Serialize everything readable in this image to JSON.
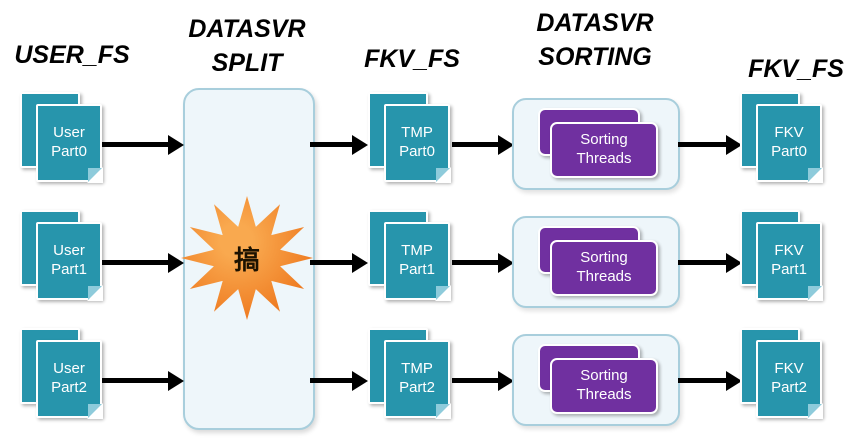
{
  "headers": {
    "user_fs": "USER_FS",
    "datasvr_split_line1": "DATASVR",
    "datasvr_split_line2": "SPLIT",
    "fkv_fs_mid": "FKV_FS",
    "datasvr_sorting_line1": "DATASVR",
    "datasvr_sorting_line2": "SORTING",
    "fkv_fs_right": "FKV_FS"
  },
  "split": {
    "star_label": "搞"
  },
  "rows": [
    {
      "source": {
        "line1": "User",
        "line2": "Part0"
      },
      "tmp": {
        "line1": "TMP",
        "line2": "Part0"
      },
      "sorting": {
        "line1": "Sorting",
        "line2": "Threads"
      },
      "output": {
        "line1": "FKV",
        "line2": "Part0"
      }
    },
    {
      "source": {
        "line1": "User",
        "line2": "Part1"
      },
      "tmp": {
        "line1": "TMP",
        "line2": "Part1"
      },
      "sorting": {
        "line1": "Sorting",
        "line2": "Threads"
      },
      "output": {
        "line1": "FKV",
        "line2": "Part1"
      }
    },
    {
      "source": {
        "line1": "User",
        "line2": "Part2"
      },
      "tmp": {
        "line1": "TMP",
        "line2": "Part2"
      },
      "sorting": {
        "line1": "Sorting",
        "line2": "Threads"
      },
      "output": {
        "line1": "FKV",
        "line2": "Part2"
      }
    }
  ],
  "colors": {
    "document": "#2795AC",
    "thread": "#7030A0",
    "starburst": "#EF7D23",
    "panel_fill": "#EEF6FA",
    "panel_border": "#A8CEDC",
    "arrow": "#000000"
  }
}
